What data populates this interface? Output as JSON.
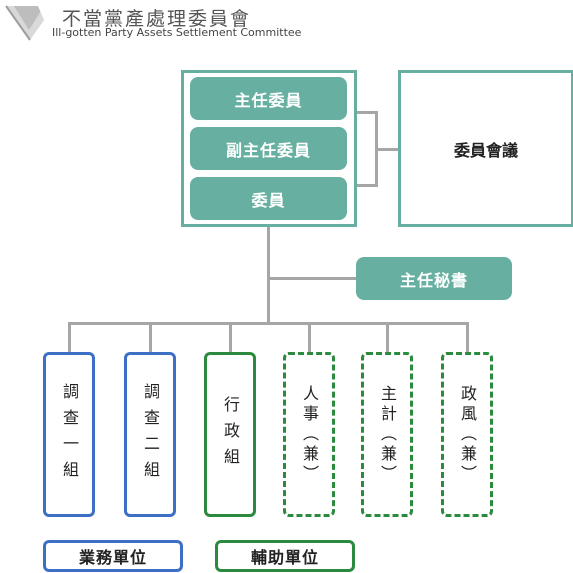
{
  "header": {
    "org_name": "不當黨產處理委員會",
    "org_name_en": "Ill-gotten Party Assets Settlement Committee"
  },
  "committee": {
    "chair": "主任委員",
    "vice_chair": "副主任委員",
    "member": "委員"
  },
  "meeting": "委員會議",
  "secretary": "主任秘書",
  "units": [
    {
      "label": "調查一組",
      "type": "business"
    },
    {
      "label": "調查二組",
      "type": "business"
    },
    {
      "label": "行政組",
      "type": "support"
    },
    {
      "label": "人事（兼）",
      "type": "support-concurrent"
    },
    {
      "label": "主計（兼）",
      "type": "support-concurrent"
    },
    {
      "label": "政風（兼）",
      "type": "support-concurrent"
    }
  ],
  "legend": {
    "business": "業務單位",
    "support": "輔助單位"
  },
  "colors": {
    "teal": "#67b0a1",
    "blue": "#3d6fc4",
    "green": "#2b8a3e",
    "line": "#a6a6a6"
  }
}
